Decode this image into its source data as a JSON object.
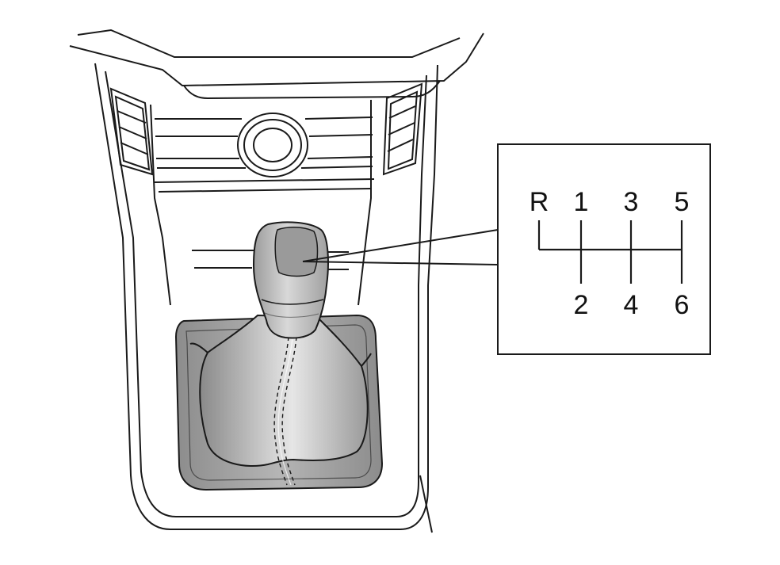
{
  "shift_pattern": {
    "top_row": [
      "R",
      "1",
      "3",
      "5"
    ],
    "bottom_row": [
      "2",
      "4",
      "6"
    ]
  },
  "colors": {
    "line": "#1a1a1a",
    "boot_dark": "#8f8f8f",
    "boot_light": "#e2e2e2",
    "knob": "#b8b8b8",
    "knob_top": "#9a9a9a",
    "tray": "#9c9c9c"
  }
}
